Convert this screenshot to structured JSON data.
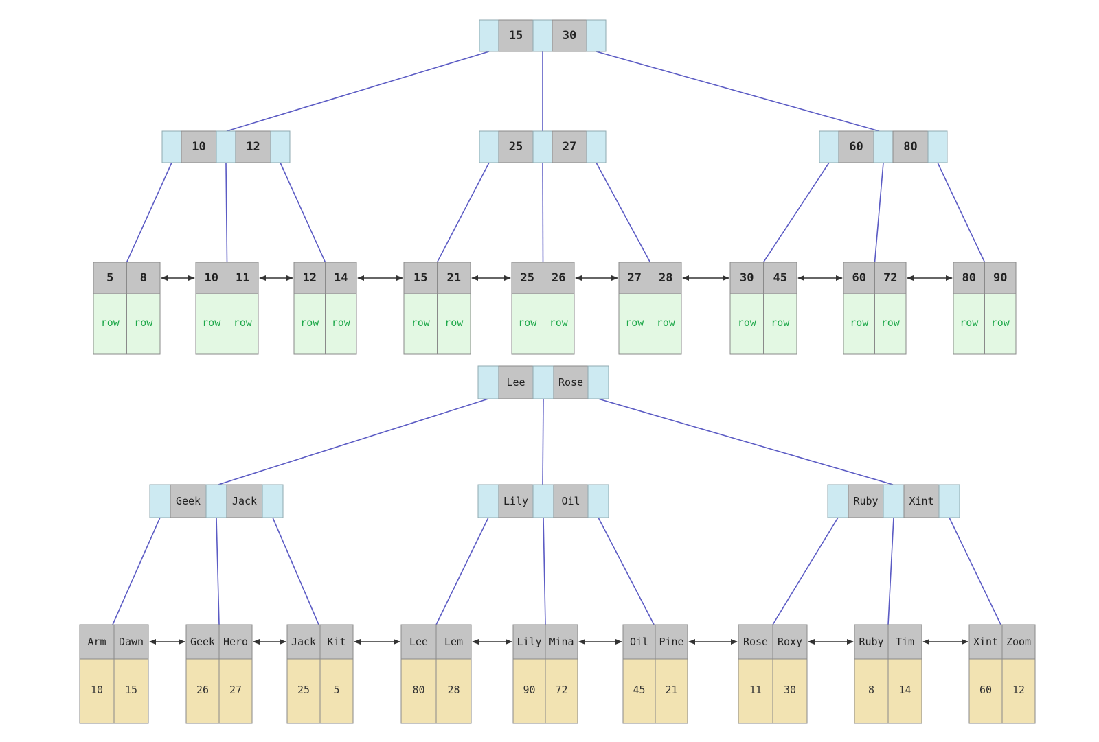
{
  "tree_top": {
    "root": {
      "keys": [
        "15",
        "30"
      ]
    },
    "internal": [
      {
        "keys": [
          "10",
          "12"
        ]
      },
      {
        "keys": [
          "25",
          "27"
        ]
      },
      {
        "keys": [
          "60",
          "80"
        ]
      }
    ],
    "leaves": [
      {
        "keys": [
          "5",
          "8"
        ],
        "data": [
          "row",
          "row"
        ]
      },
      {
        "keys": [
          "10",
          "11"
        ],
        "data": [
          "row",
          "row"
        ]
      },
      {
        "keys": [
          "12",
          "14"
        ],
        "data": [
          "row",
          "row"
        ]
      },
      {
        "keys": [
          "15",
          "21"
        ],
        "data": [
          "row",
          "row"
        ]
      },
      {
        "keys": [
          "25",
          "26"
        ],
        "data": [
          "row",
          "row"
        ]
      },
      {
        "keys": [
          "27",
          "28"
        ],
        "data": [
          "row",
          "row"
        ]
      },
      {
        "keys": [
          "30",
          "45"
        ],
        "data": [
          "row",
          "row"
        ]
      },
      {
        "keys": [
          "60",
          "72"
        ],
        "data": [
          "row",
          "row"
        ]
      },
      {
        "keys": [
          "80",
          "90"
        ],
        "data": [
          "row",
          "row"
        ]
      }
    ]
  },
  "tree_bottom": {
    "root": {
      "keys": [
        "Lee",
        "Rose"
      ]
    },
    "internal": [
      {
        "keys": [
          "Geek",
          "Jack"
        ]
      },
      {
        "keys": [
          "Lily",
          "Oil"
        ]
      },
      {
        "keys": [
          "Ruby",
          "Xint"
        ]
      }
    ],
    "leaves": [
      {
        "keys": [
          "Arm",
          "Dawn"
        ],
        "data": [
          "10",
          "15"
        ]
      },
      {
        "keys": [
          "Geek",
          "Hero"
        ],
        "data": [
          "26",
          "27"
        ]
      },
      {
        "keys": [
          "Jack",
          "Kit"
        ],
        "data": [
          "25",
          "5"
        ]
      },
      {
        "keys": [
          "Lee",
          "Lem"
        ],
        "data": [
          "80",
          "28"
        ]
      },
      {
        "keys": [
          "Lily",
          "Mina"
        ],
        "data": [
          "90",
          "72"
        ]
      },
      {
        "keys": [
          "Oil",
          "Pine"
        ],
        "data": [
          "45",
          "21"
        ]
      },
      {
        "keys": [
          "Rose",
          "Roxy"
        ],
        "data": [
          "11",
          "30"
        ]
      },
      {
        "keys": [
          "Ruby",
          "Tim"
        ],
        "data": [
          "8",
          "14"
        ]
      },
      {
        "keys": [
          "Xint",
          "Zoom"
        ],
        "data": [
          "60",
          "12"
        ]
      }
    ]
  },
  "colors": {
    "pointer_cell": "#cdeaf2",
    "key_cell": "#c4c4c4",
    "row_cell": "#e3f8e3",
    "row_text": "#1ea84a",
    "value_cell": "#f2e3b2",
    "edge": "#5b5bc4",
    "leaf_link": "#333333"
  }
}
